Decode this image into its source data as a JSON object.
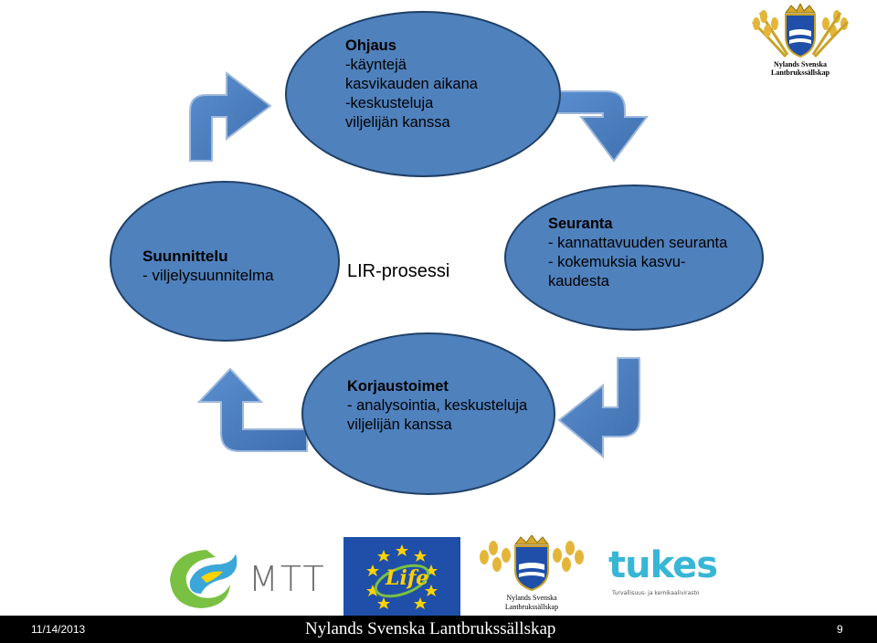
{
  "diagram": {
    "center_label": "LIR-prosessi",
    "nodes": {
      "ohjaus": {
        "title": "Ohjaus",
        "lines": [
          "-käyntejä",
          "kasvikauden aikana",
          "-keskusteluja",
          "viljelijän kanssa"
        ]
      },
      "suunnittelu": {
        "title": "Suunnittelu",
        "lines": [
          "- viljelysuunnitelma"
        ]
      },
      "seuranta": {
        "title": "Seuranta",
        "lines": [
          "- kannattavuuden seuranta",
          "- kokemuksia kasvu-",
          "kaudesta"
        ]
      },
      "korjaustoimet": {
        "title": "Korjaustoimet",
        "lines": [
          "- analysointia, keskusteluja",
          "viljelijän kanssa"
        ]
      }
    },
    "fill_color": "#4f81bd",
    "border_color": "#1f3f66"
  },
  "header_logo": {
    "line1": "Nylands Svenska",
    "line2": "Lantbrukssällskap"
  },
  "logos": {
    "mtt": {
      "text": "MTT",
      "icon": "mtt-swirl-logo"
    },
    "life": {
      "text": "Life",
      "icon": "eu-life-logo"
    },
    "nss": {
      "line1": "Nylands Svenska",
      "line2": "Lantbrukssällskap",
      "icon": "crest-logo"
    },
    "tukes": {
      "text": "tukes",
      "subtitle": "Turvallisuus- ja kemikaalivirasto",
      "icon": "tukes-logo"
    }
  },
  "footer": {
    "date": "11/14/2013",
    "title": "Nylands Svenska Lantbrukssällskap",
    "page": "9"
  }
}
